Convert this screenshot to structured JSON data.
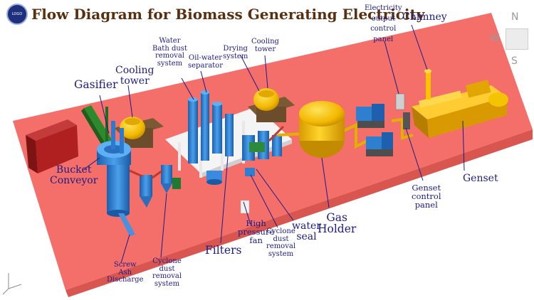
{
  "title": "Flow Diagram for Biomass Generating Electricity",
  "logo_text": "LOGO",
  "compass": {
    "n": "N",
    "w": "W",
    "s": "S"
  },
  "labels": {
    "gasifier": "Gasifier",
    "cooling_tower_left": [
      "Cooling",
      "tower"
    ],
    "water_bath": [
      "Water",
      "Bath dust",
      "removal",
      "system"
    ],
    "oil_water": [
      "Oil-water",
      "separator"
    ],
    "drying": [
      "Drying",
      "system"
    ],
    "cooling_tower_right": [
      "Cooling",
      "tower"
    ],
    "elec_panel": [
      "Electricity",
      "output",
      "control",
      "panel"
    ],
    "chimney": "Chimney",
    "bucket_conveyor": [
      "Bucket",
      "Conveyor"
    ],
    "genset": "Genset",
    "genset_panel": [
      "Genset",
      "control",
      "panel"
    ],
    "gas_holder": [
      "Gas",
      "Holder"
    ],
    "water_seal": [
      "water",
      "seal"
    ],
    "high_pressure_fan": [
      "High",
      "pressure",
      "fan"
    ],
    "cyclone_mid": [
      "Cyclone",
      "dust",
      "removal",
      "system"
    ],
    "filters": "Filters",
    "screw": [
      "Screw",
      "Ash",
      "Discharge"
    ],
    "cyclone_low": [
      "Cyclone",
      "dust",
      "removal",
      "system"
    ]
  },
  "colors": {
    "title": "#5a2f10",
    "label": "#1c1c86",
    "floor": "#f46f6a",
    "equipment_blue": "#2f7fd0",
    "tank_yellow": "#f5c400",
    "frame_white": "#f4f4f4",
    "building_red": "#b02020"
  }
}
